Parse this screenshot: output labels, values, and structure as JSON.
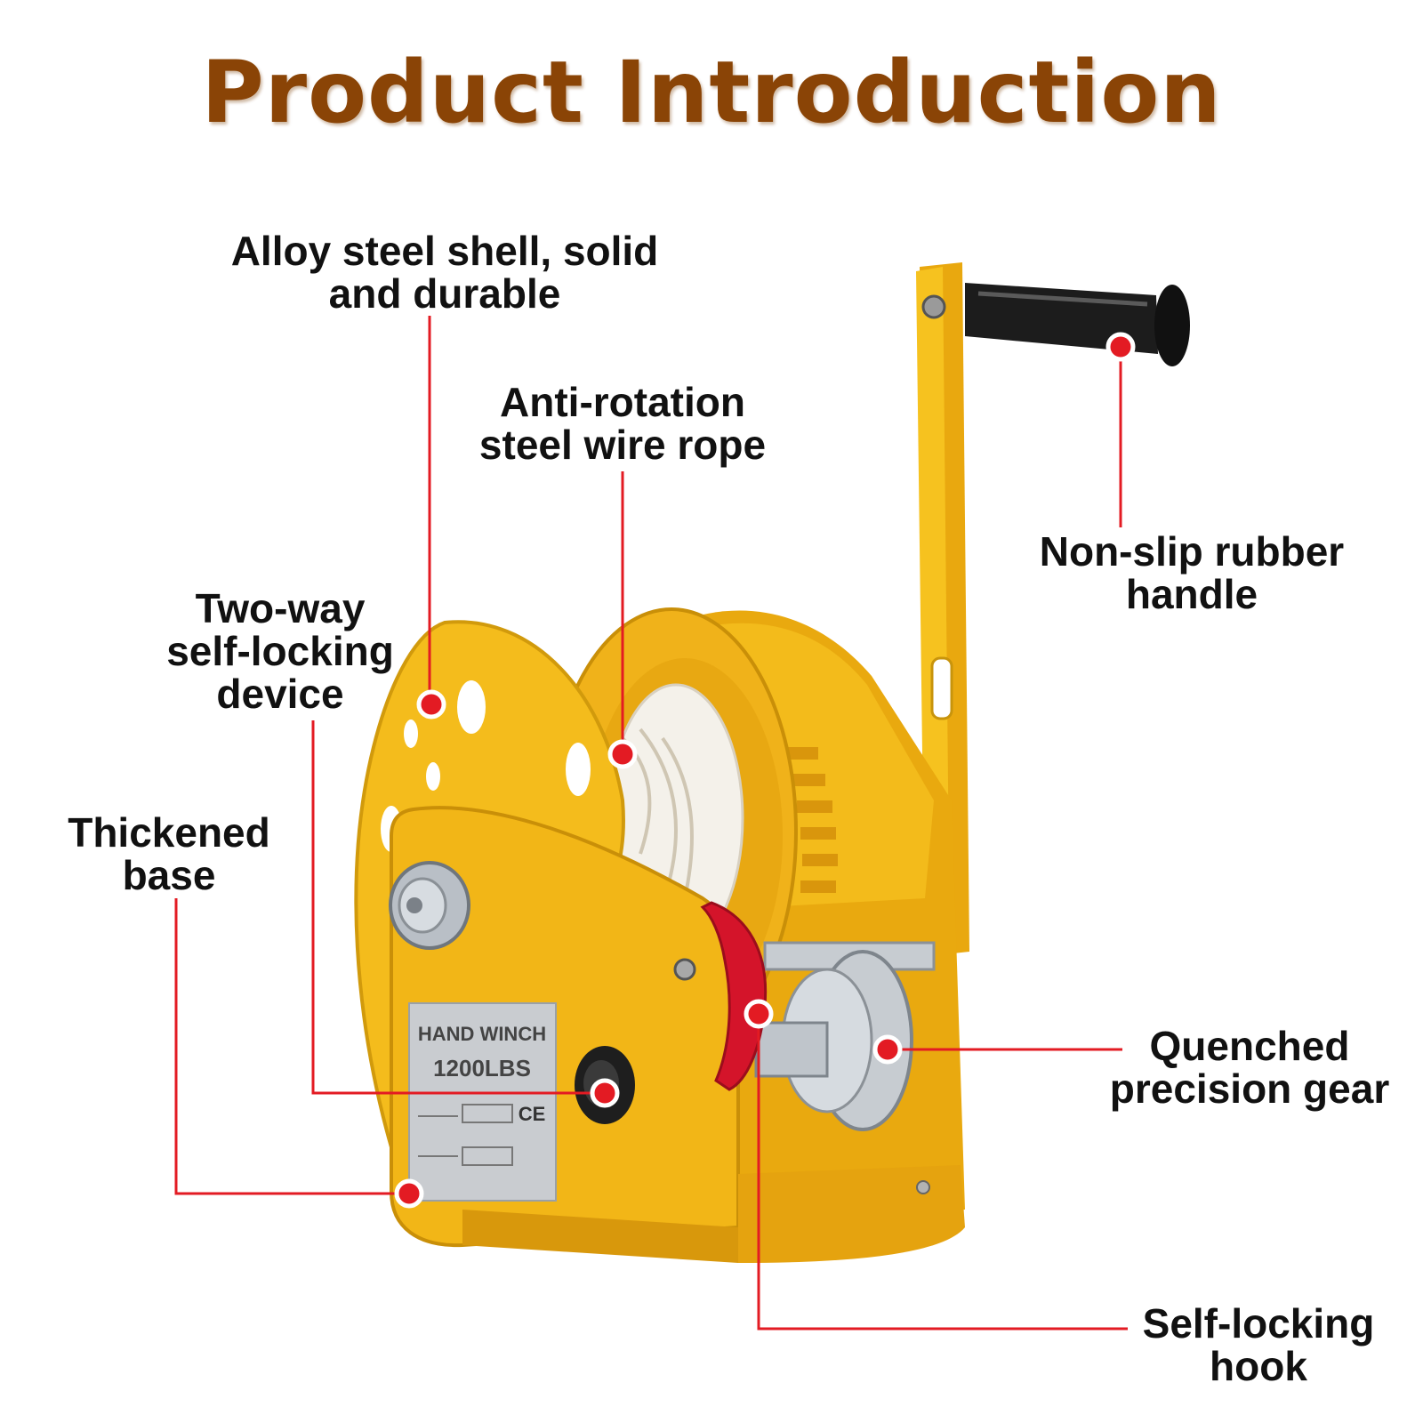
{
  "title": "Product Introduction",
  "colors": {
    "title": "#8a4406",
    "winch_body": "#f2b617",
    "leader_line": "#e31b23",
    "handle_grip": "#1a1a1a",
    "hook_latch": "#d4142a"
  },
  "plate": {
    "line1": "HAND WINCH",
    "line2": "1200LBS",
    "mark": "CE"
  },
  "callouts": {
    "shell": {
      "line1": "Alloy steel shell, solid",
      "line2": "and durable"
    },
    "rope": {
      "line1": "Anti-rotation",
      "line2": "steel wire rope"
    },
    "handle": {
      "line1": "Non-slip rubber",
      "line2": "handle"
    },
    "lock": {
      "line1": "Two-way",
      "line2": "self-locking",
      "line3": "device"
    },
    "base": {
      "line1": "Thickened",
      "line2": "base"
    },
    "gear": {
      "line1": "Quenched",
      "line2": "precision gear"
    },
    "hook": {
      "line1": "Self-locking",
      "line2": "hook"
    }
  }
}
